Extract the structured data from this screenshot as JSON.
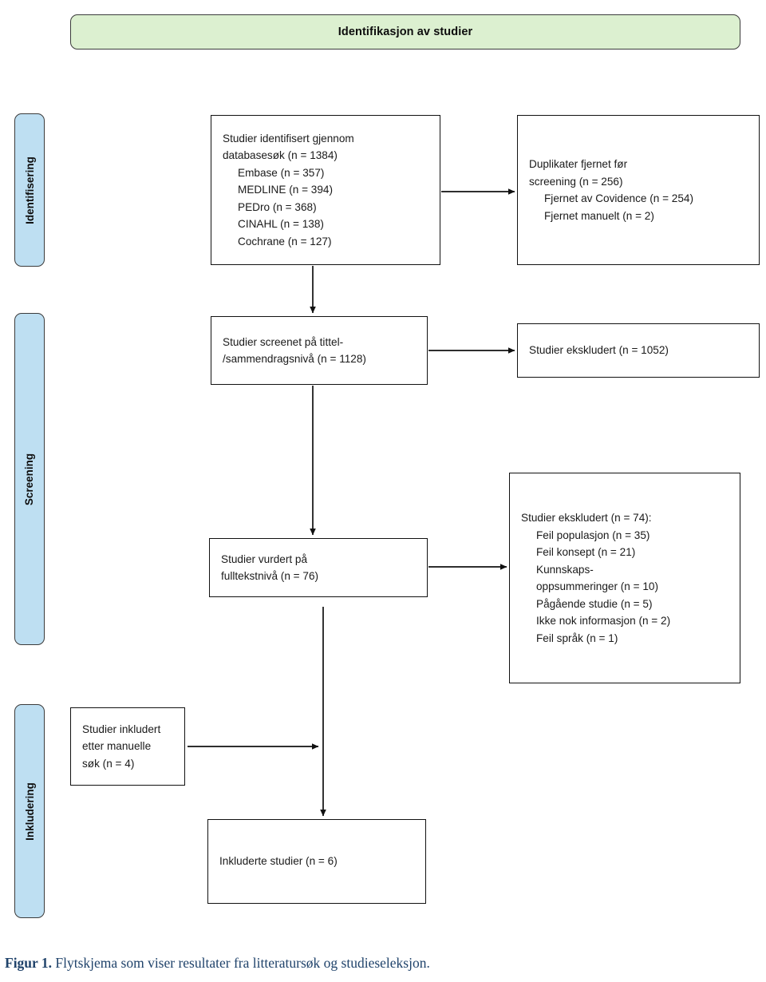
{
  "banner": {
    "label": "Identifikasjon av studier"
  },
  "stages": [
    {
      "name": "identification",
      "label": "Identifisering"
    },
    {
      "name": "screening",
      "label": "Screening"
    },
    {
      "name": "inclusion",
      "label": "Inkludering"
    }
  ],
  "boxes": {
    "identified": {
      "lines": [
        {
          "text": "Studier identifisert gjennom",
          "indent": false
        },
        {
          "text": "databasesøk (n = 1384)",
          "indent": false
        },
        {
          "text": "Embase (n = 357)",
          "indent": true
        },
        {
          "text": "MEDLINE (n = 394)",
          "indent": true
        },
        {
          "text": "PEDro (n = 368)",
          "indent": true
        },
        {
          "text": "CINAHL (n = 138)",
          "indent": true
        },
        {
          "text": "Cochrane (n = 127)",
          "indent": true
        }
      ]
    },
    "duplicates": {
      "lines": [
        {
          "text": "Duplikater fjernet før",
          "indent": false
        },
        {
          "text": "screening (n = 256)",
          "indent": false
        },
        {
          "text": "Fjernet av Covidence (n = 254)",
          "indent": true
        },
        {
          "text": "Fjernet manuelt (n = 2)",
          "indent": true
        }
      ]
    },
    "screened": {
      "lines": [
        {
          "text": "Studier screenet på tittel-",
          "indent": false
        },
        {
          "text": "/sammendragsnivå (n = 1128)",
          "indent": false
        }
      ]
    },
    "screen_excluded": {
      "lines": [
        {
          "text": "Studier ekskludert (n = 1052)",
          "indent": false
        }
      ]
    },
    "fulltext": {
      "lines": [
        {
          "text": "Studier vurdert på",
          "indent": false
        },
        {
          "text": "fulltekstnivå (n = 76)",
          "indent": false
        }
      ]
    },
    "fulltext_excluded": {
      "lines": [
        {
          "text": "Studier ekskludert (n = 74):",
          "indent": false
        },
        {
          "text": "Feil populasjon (n = 35)",
          "indent": true
        },
        {
          "text": "Feil konsept (n = 21)",
          "indent": true
        },
        {
          "text": "Kunnskaps-",
          "indent": true
        },
        {
          "text": "oppsummeringer (n = 10)",
          "indent": true
        },
        {
          "text": "Pågående studie (n = 5)",
          "indent": true
        },
        {
          "text": "Ikke nok informasjon (n = 2)",
          "indent": true
        },
        {
          "text": "Feil språk (n = 1)",
          "indent": true
        }
      ]
    },
    "manual": {
      "lines": [
        {
          "text": "Studier inkludert",
          "indent": false
        },
        {
          "text": "etter manuelle",
          "indent": false
        },
        {
          "text": "søk (n = 4)",
          "indent": false
        }
      ]
    },
    "included": {
      "lines": [
        {
          "text": "Inkluderte studier (n = 6)",
          "indent": false
        }
      ]
    }
  },
  "caption": {
    "bold_prefix": "Figur 1.",
    "text": " Flytskjema som viser resultater fra litteratursøk og studieseleksjon."
  },
  "colors": {
    "banner_fill": "#DCF0D0",
    "stage_fill": "#BEDFF2",
    "box_border": "#111111",
    "caption_text": "#20436b",
    "arrow": "#111111"
  }
}
